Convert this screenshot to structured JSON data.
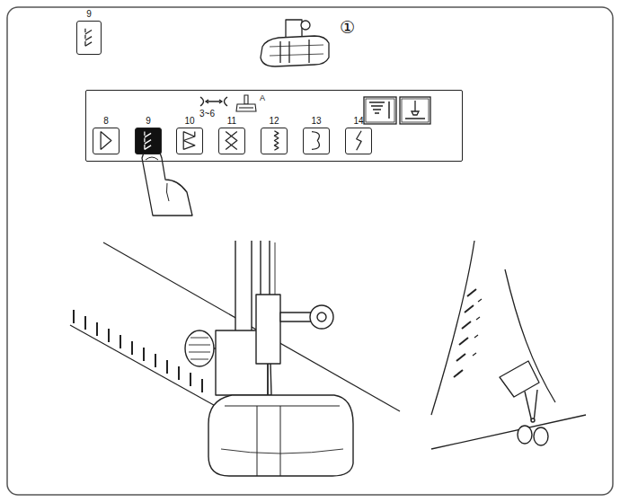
{
  "diagram": {
    "nodes": [
      {
        "text": [
          "9"
        ]
      },
      {
        "text": [
          "3~6",
          "A"
        ]
      },
      {
        "text": [
          "8"
        ],
        "in": 1
      },
      {
        "text": [
          "9"
        ],
        "in": 1
      },
      {
        "text": [
          "10"
        ],
        "in": 1
      },
      {
        "text": [
          "11"
        ],
        "in": 1
      },
      {
        "text": [
          "12"
        ],
        "in": 1
      },
      {
        "text": [
          "13"
        ],
        "in": 1
      },
      {
        "text": [
          "14"
        ],
        "in": 1
      }
    ],
    "labels": [
      "①"
    ]
  }
}
